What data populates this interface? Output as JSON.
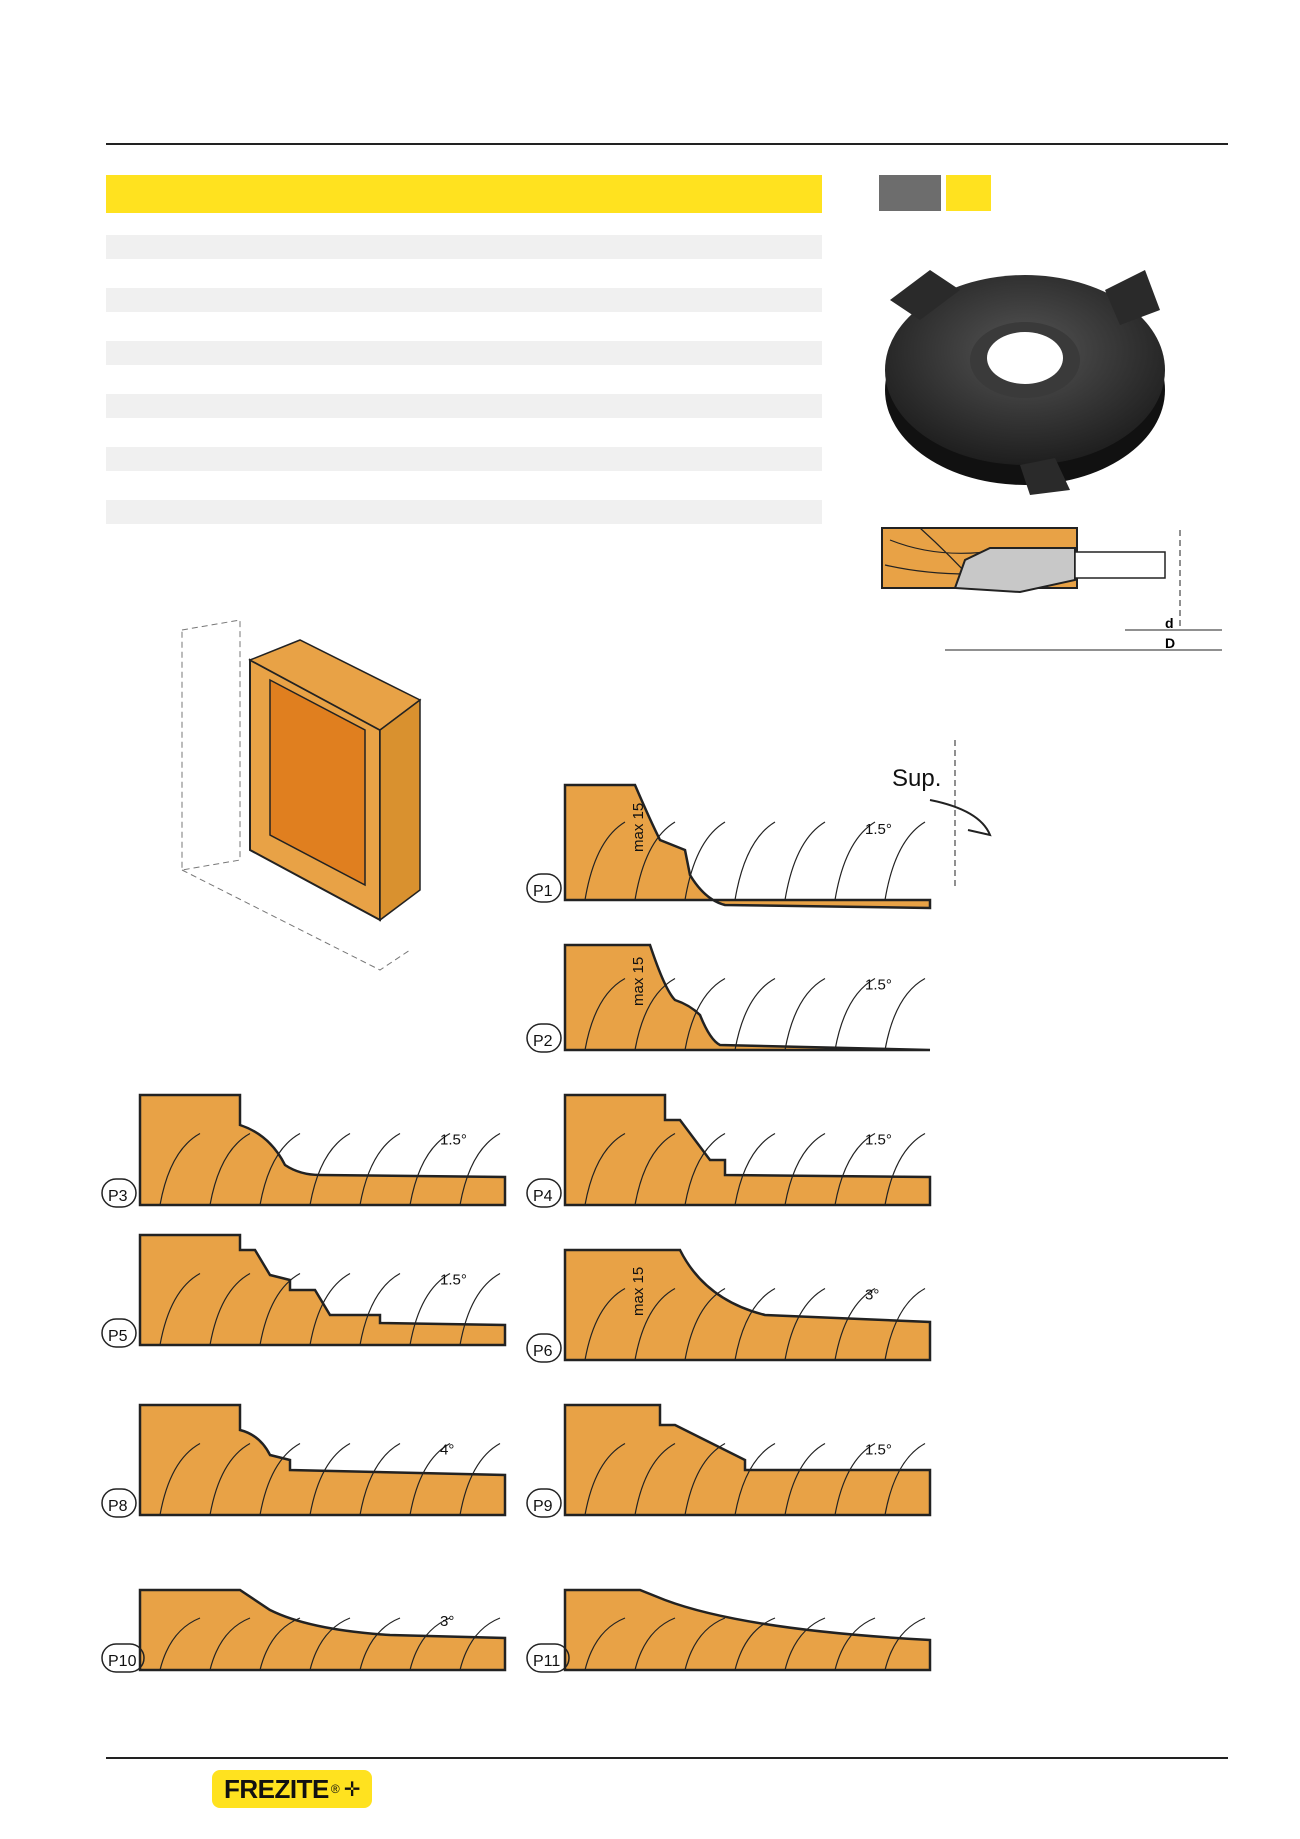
{
  "logo": {
    "text": "FREZITE",
    "registered": "®"
  },
  "dimensions": {
    "d": "d",
    "D": "D"
  },
  "sup_label": "Sup.",
  "profiles": [
    {
      "id": "P1",
      "angle": "1.5°",
      "max": "max 15"
    },
    {
      "id": "P2",
      "angle": "1.5°",
      "max": "max 15"
    },
    {
      "id": "P3",
      "angle": "1.5°"
    },
    {
      "id": "P4",
      "angle": "1.5°"
    },
    {
      "id": "P5",
      "angle": "1.5°"
    },
    {
      "id": "P6",
      "angle": "3°",
      "max": "max 15"
    },
    {
      "id": "P8",
      "angle": "4°"
    },
    {
      "id": "P9",
      "angle": "1.5°"
    },
    {
      "id": "P10",
      "angle": "3°"
    },
    {
      "id": "P11"
    }
  ],
  "colors": {
    "header_yellow": "#ffe21f",
    "tag_gray": "#6d6d6d",
    "wood": "#e8a246",
    "band": "#f0f0f0"
  }
}
